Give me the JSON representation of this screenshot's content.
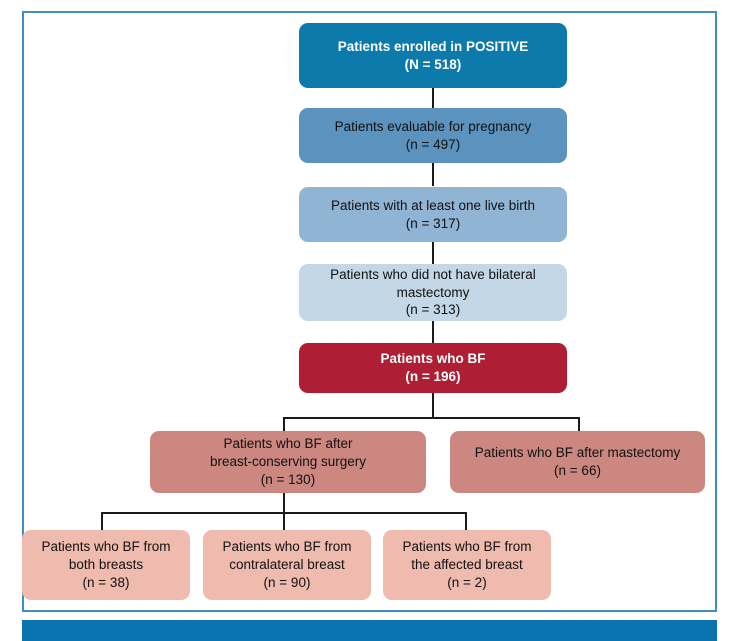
{
  "figure": {
    "frame_border_color": "#3f8ec0",
    "bottom_bar_color": "#0a74b0",
    "connector_color": "#1a1a1a",
    "background": "#ffffff"
  },
  "nodes": {
    "enrolled": {
      "text": "Patients enrolled in POSITIVE\n(N = 518)",
      "label": "Patients enrolled in POSITIVE",
      "count": "(N = 518)",
      "fill": "#0c7bab",
      "text_color": "#ffffff",
      "bold": true
    },
    "evaluable": {
      "text": "Patients evaluable for pregnancy\n(n = 497)",
      "label": "Patients evaluable for pregnancy",
      "count": "(n = 497)",
      "fill": "#5b92be",
      "text_color": "#111111",
      "bold": false
    },
    "live_birth": {
      "text": "Patients with at least one live birth\n(n = 317)",
      "label": "Patients with at least one live birth",
      "count": "(n = 317)",
      "fill": "#8fb4d4",
      "text_color": "#111111",
      "bold": false
    },
    "no_bilateral_mastectomy": {
      "text": "Patients who did not have bilateral\nmastectomy\n(n = 313)",
      "label": "Patients who did not have bilateral mastectomy",
      "count": "(n = 313)",
      "fill": "#c3d7e6",
      "text_color": "#111111",
      "bold": false
    },
    "bf": {
      "text": "Patients who BF\n(n = 196)",
      "label": "Patients who BF",
      "count": "(n = 196)",
      "fill": "#ae1e34",
      "text_color": "#ffffff",
      "bold": true
    },
    "bf_bcs": {
      "text": "Patients who BF after\nbreast-conserving surgery\n(n = 130)",
      "label": "Patients who BF after breast-conserving surgery",
      "count": "(n = 130)",
      "fill": "#cc8780",
      "text_color": "#111111",
      "bold": false
    },
    "bf_mastectomy": {
      "text": "Patients who BF after mastectomy\n(n = 66)",
      "label": "Patients who BF after mastectomy",
      "count": "(n = 66)",
      "fill": "#cc8780",
      "text_color": "#111111",
      "bold": false
    },
    "bf_both_breasts": {
      "text": "Patients who BF from\nboth breasts\n(n = 38)",
      "label": "Patients who BF from both breasts",
      "count": "(n = 38)",
      "fill": "#eebbae",
      "text_color": "#111111",
      "bold": false
    },
    "bf_contralateral": {
      "text": "Patients who BF from\ncontralateral breast\n(n = 90)",
      "label": "Patients who BF from contralateral breast",
      "count": "(n = 90)",
      "fill": "#eebbae",
      "text_color": "#111111",
      "bold": false
    },
    "bf_affected": {
      "text": "Patients who BF from\nthe affected breast\n(n = 2)",
      "label": "Patients who BF from the affected breast",
      "count": "(n = 2)",
      "fill": "#eebbae",
      "text_color": "#111111",
      "bold": false
    }
  }
}
